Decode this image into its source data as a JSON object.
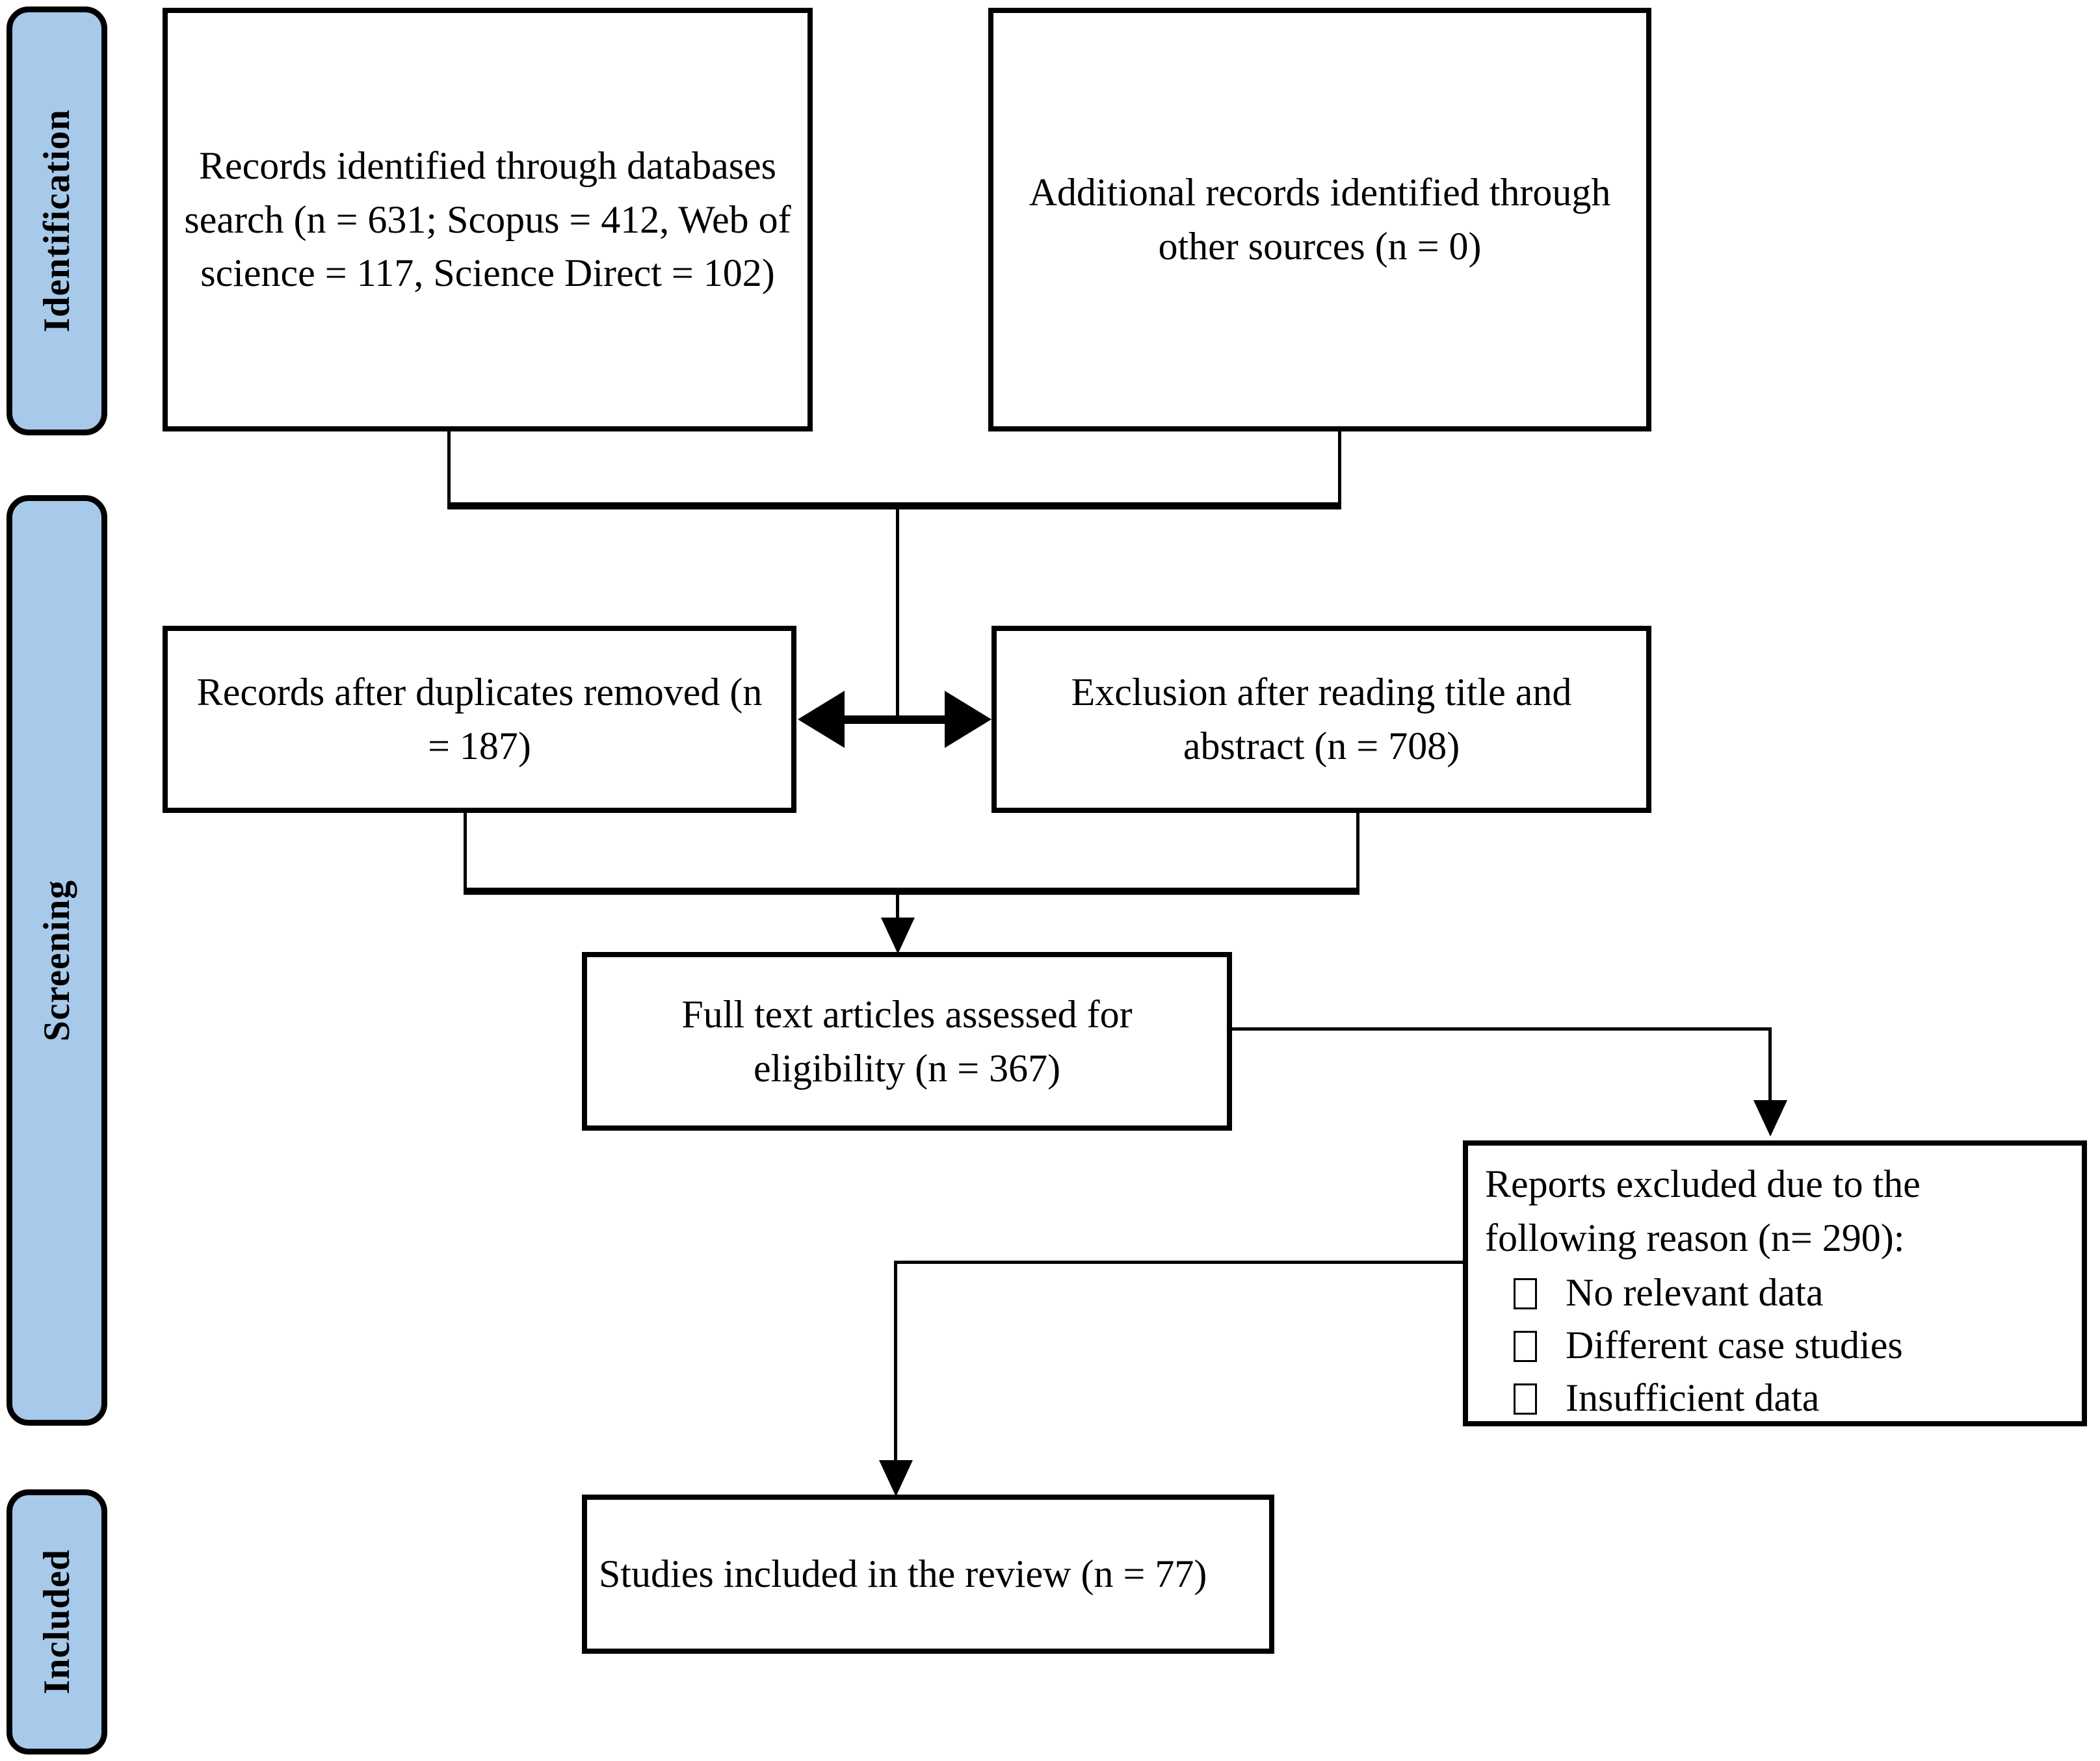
{
  "diagram": {
    "type": "PRISMA flow diagram",
    "accent_color": "#a7c9ea",
    "line_color": "#000000",
    "background_color": "#ffffff"
  },
  "phases": [
    {
      "id": "identification",
      "label": "Identification"
    },
    {
      "id": "screening",
      "label": "Screening"
    },
    {
      "id": "included",
      "label": "Included"
    }
  ],
  "nodes": {
    "records_identified": {
      "text": "Records identified through databases search (n = 631; Scopus = 412, Web of science = 117, Science Direct = 102)",
      "count": 631,
      "sources": [
        {
          "name": "Scopus",
          "count": 412
        },
        {
          "name": "Web of science",
          "count": 117
        },
        {
          "name": "Science Direct",
          "count": 102
        }
      ]
    },
    "additional_records": {
      "text": "Additional records identified through other sources (n = 0)",
      "count": 0
    },
    "records_after_duplicates": {
      "text": "Records after duplicates removed (n = 187)",
      "count": 187
    },
    "exclusion_title_abstract": {
      "text": "Exclusion after reading title and abstract (n = 708)",
      "count": 708
    },
    "full_text_assessed": {
      "text": "Full text articles assessed for eligibility (n = 367)",
      "count": 367
    },
    "reports_excluded": {
      "heading": "Reports excluded due to the following reason (n= 290):",
      "count": 290,
      "reasons": [
        "No relevant data",
        "Different case studies",
        "Insufficient data"
      ]
    },
    "studies_included": {
      "text": "Studies included in the review (n = 77)",
      "count": 77
    }
  },
  "chart_data": {
    "type": "diagram",
    "title": "PRISMA study selection flow",
    "stages": [
      {
        "stage": "Records identified through databases search",
        "n": 631
      },
      {
        "stage": "Scopus",
        "n": 412
      },
      {
        "stage": "Web of science",
        "n": 117
      },
      {
        "stage": "Science Direct",
        "n": 102
      },
      {
        "stage": "Additional records identified through other sources",
        "n": 0
      },
      {
        "stage": "Records after duplicates removed",
        "n": 187
      },
      {
        "stage": "Exclusion after reading title and abstract",
        "n": 708
      },
      {
        "stage": "Full text articles assessed for eligibility",
        "n": 367
      },
      {
        "stage": "Reports excluded due to the following reason",
        "n": 290
      },
      {
        "stage": "Studies included in the review",
        "n": 77
      }
    ]
  }
}
